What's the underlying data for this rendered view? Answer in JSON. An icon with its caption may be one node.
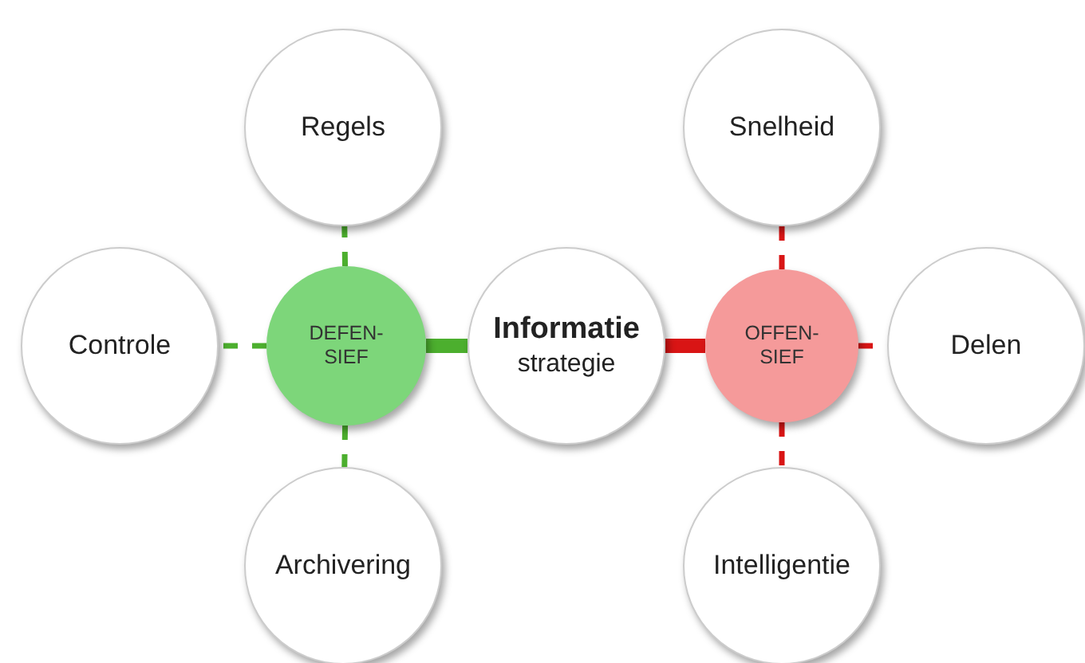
{
  "diagram": {
    "nodes": [
      {
        "text": [
          "Regels"
        ]
      },
      {
        "text": [
          "Snelheid"
        ]
      },
      {
        "text": [
          "Controle"
        ]
      },
      {
        "text": [
          "DEFEN- SIEF"
        ]
      },
      {
        "text": [
          "Informatie",
          "strategie"
        ]
      },
      {
        "text": [
          "OFFEN- SIEF"
        ]
      },
      {
        "text": [
          "Delen"
        ]
      },
      {
        "text": [
          "Archivering"
        ]
      },
      {
        "text": [
          "Intelligentie"
        ]
      }
    ],
    "edges": [
      {
        "from": 3,
        "to": 0,
        "arrow": "none",
        "style": "dashed",
        "color": "#4caf2e"
      },
      {
        "from": 3,
        "to": 2,
        "arrow": "none",
        "style": "dashed",
        "color": "#4caf2e"
      },
      {
        "from": 3,
        "to": 7,
        "arrow": "none",
        "style": "dashed",
        "color": "#4caf2e"
      },
      {
        "from": 3,
        "to": 4,
        "arrow": "none",
        "style": "thick",
        "color": "#4caf2e"
      },
      {
        "from": 4,
        "to": 5,
        "arrow": "none",
        "style": "thick",
        "color": "#d91515"
      },
      {
        "from": 5,
        "to": 1,
        "arrow": "none",
        "style": "dashed",
        "color": "#d91515"
      },
      {
        "from": 5,
        "to": 6,
        "arrow": "none",
        "style": "dashed",
        "color": "#d91515"
      },
      {
        "from": 5,
        "to": 8,
        "arrow": "none",
        "style": "dashed",
        "color": "#d91515"
      }
    ]
  }
}
